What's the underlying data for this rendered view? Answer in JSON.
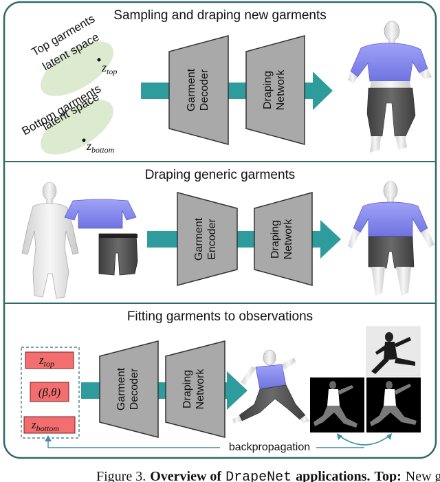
{
  "panels": {
    "top": {
      "title": "Sampling and draping new garments",
      "latent_top": {
        "line1": "Top garments",
        "line2": "latent space",
        "var": "z",
        "sub": "top"
      },
      "latent_bottom": {
        "line1": "Bottom garments",
        "line2": "latent space",
        "var": "z",
        "sub": "bottom"
      },
      "decoder": {
        "line1": "Garment",
        "line2": "Decoder"
      },
      "draping": {
        "line1": "Draping",
        "line2": "Network"
      }
    },
    "middle": {
      "title": "Draping generic garments",
      "encoder": {
        "line1": "Garment",
        "line2": "Encoder"
      },
      "draping": {
        "line1": "Draping",
        "line2": "Network"
      }
    },
    "bottom": {
      "title": "Fitting garments to observations",
      "z_top": {
        "var": "z",
        "sub": "top"
      },
      "beta_theta": "(β,θ)",
      "z_bottom": {
        "var": "z",
        "sub": "bottom"
      },
      "decoder": {
        "line1": "Garment",
        "line2": "Decoder"
      },
      "draping": {
        "line1": "Draping",
        "line2": "Network"
      },
      "backprop_label": "backpropagation"
    }
  },
  "caption": {
    "prefix": "Figure 3.",
    "bold_a": "Overview of",
    "mono": "DrapeNet",
    "bold_b": "applications.",
    "bold_c": "Top:",
    "rest": "New gar"
  },
  "colors": {
    "border": "#2f6a67",
    "arrow": "#2e9c9c",
    "trapezoid": "#a9a9a9",
    "latent_blob": "#dcebd0",
    "red_box": "#f36f6f",
    "garment_top": "#8c8ff0",
    "garment_bottom": "#555555",
    "body": "#e8e8e8"
  }
}
